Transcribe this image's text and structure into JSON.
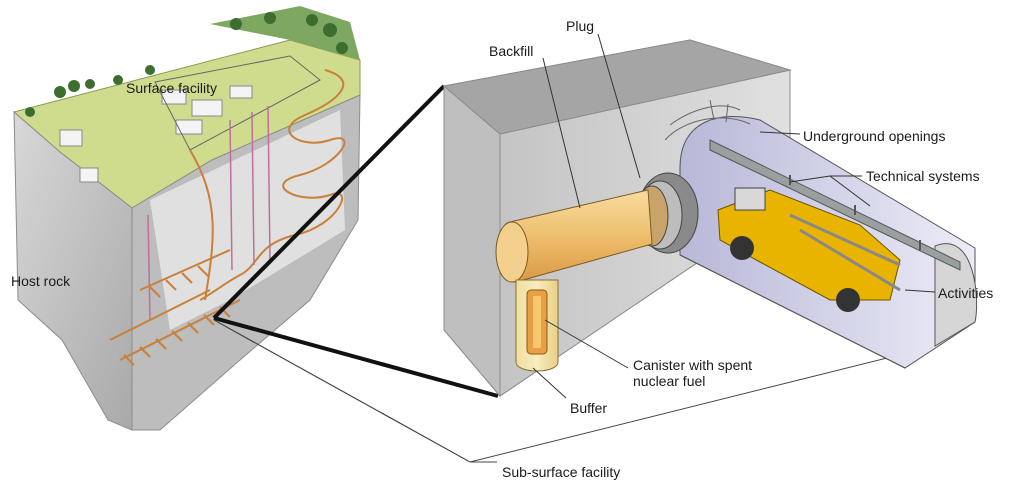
{
  "labels": {
    "surface_facility": "Surface facility",
    "host_rock": "Host rock",
    "backfill": "Backfill",
    "plug": "Plug",
    "underground_openings": "Underground openings",
    "technical_systems": "Technical systems",
    "activities": "Activities",
    "canister_line1": "Canister with spent",
    "canister_line2": "nuclear fuel",
    "buffer": "Buffer",
    "subsurface_facility": "Sub-surface facility"
  },
  "colors": {
    "rock_block": "#c9c9c9",
    "rock_side": "#b5b5b5",
    "surface_green": "#cfdc8e",
    "tunnels": "#c9803a",
    "backfill": "#f0c57a",
    "tunnel_interior": "#dcdcf0",
    "vehicle": "#e8b400",
    "box": "#d0d0d0"
  }
}
